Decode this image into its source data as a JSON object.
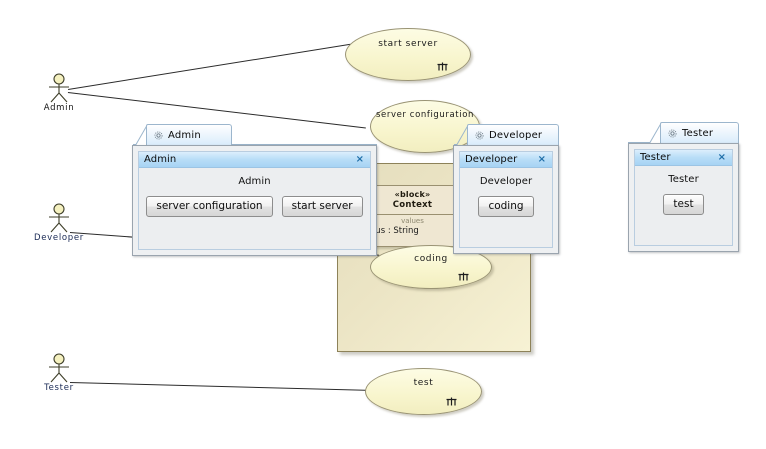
{
  "diagram": {
    "actors": [
      {
        "name": "Admin",
        "label": "Admin"
      },
      {
        "name": "Developer",
        "label": "Developer"
      },
      {
        "name": "Tester",
        "label": "Tester"
      }
    ],
    "use_cases": [
      {
        "name": "start-server",
        "label": "start server"
      },
      {
        "name": "server-configuration",
        "label": "server configuration"
      },
      {
        "name": "coding",
        "label": "coding"
      },
      {
        "name": "test",
        "label": "test"
      }
    ],
    "block": {
      "stereotype": "«block»",
      "title": "Context",
      "compartment_title": "values",
      "attribute": "status : String"
    },
    "colors": {
      "use_case_fill": "#f8f5cd",
      "use_case_border": "#9a9475",
      "system_fill": "#ece5c5",
      "system_border": "#8d8259",
      "connector": "#2b2b2b"
    }
  },
  "windows": [
    {
      "name": "admin",
      "tab_label": "Admin",
      "title": "Admin",
      "close_label": "×",
      "heading": "Admin",
      "buttons": [
        {
          "name": "server-configuration-button",
          "label": "server configuration"
        },
        {
          "name": "start-server-button",
          "label": "start server"
        }
      ]
    },
    {
      "name": "developer",
      "tab_label": "Developer",
      "title": "Developer",
      "close_label": "×",
      "heading": "Developer",
      "buttons": [
        {
          "name": "coding-button",
          "label": "coding"
        }
      ]
    },
    {
      "name": "tester",
      "tab_label": "Tester",
      "title": "Tester",
      "close_label": "×",
      "heading": "Tester",
      "buttons": [
        {
          "name": "test-button",
          "label": "test"
        }
      ]
    }
  ],
  "icons": {
    "tab_icon": "gear-icon",
    "close_icon": "close-icon",
    "use_case_marker": "use-case-marker-icon"
  }
}
